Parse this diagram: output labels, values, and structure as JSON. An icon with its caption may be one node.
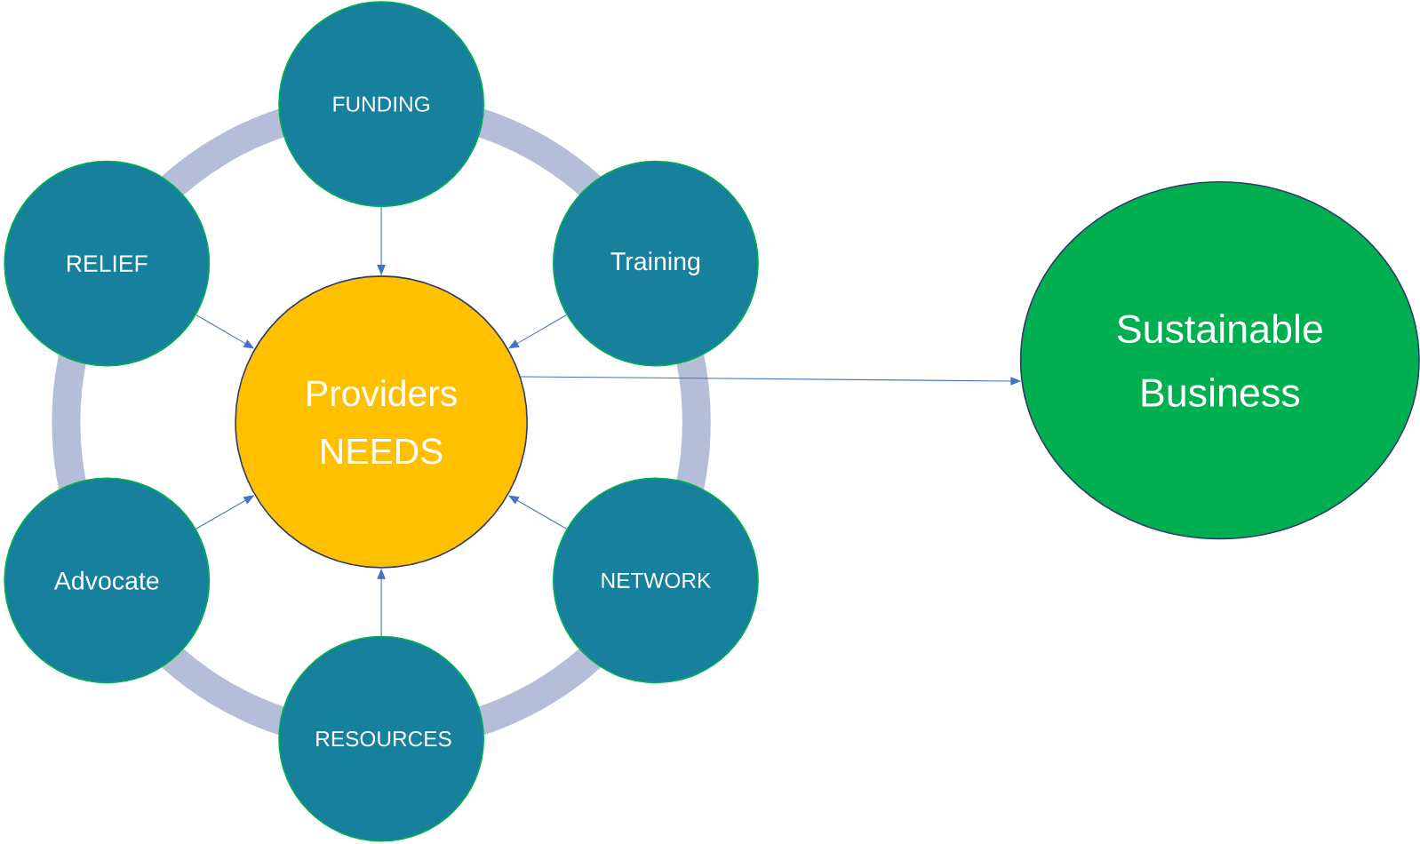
{
  "diagram": {
    "nodes": [
      {
        "text": [
          "Providers NEEDS"
        ]
      },
      {
        "text": [
          "FUNDING"
        ]
      },
      {
        "text": [
          "Training"
        ]
      },
      {
        "text": [
          "NETWORK"
        ]
      },
      {
        "text": [
          "RESOURCES"
        ]
      },
      {
        "text": [
          "Advocate"
        ]
      },
      {
        "text": [
          "RELIEF"
        ]
      },
      {
        "text": [
          "Sustainable Business"
        ]
      }
    ],
    "edges": [
      {
        "from": 1,
        "to": 0,
        "arrow": "to"
      },
      {
        "from": 2,
        "to": 0,
        "arrow": "to"
      },
      {
        "from": 3,
        "to": 0,
        "arrow": "to"
      },
      {
        "from": 4,
        "to": 0,
        "arrow": "to"
      },
      {
        "from": 5,
        "to": 0,
        "arrow": "to"
      },
      {
        "from": 6,
        "to": 0,
        "arrow": "to"
      },
      {
        "from": 0,
        "to": 7,
        "arrow": "to"
      }
    ]
  }
}
